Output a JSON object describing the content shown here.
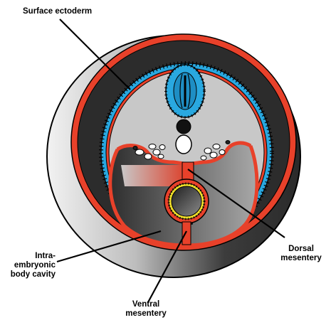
{
  "labels": {
    "surface_ectoderm": "Surface ectoderm",
    "intra_body_cavity": [
      "Intra-",
      "embryonic",
      "body cavity"
    ],
    "dorsal_mesentery": [
      "Dorsal",
      "mesentery"
    ],
    "ventral_mesentery": [
      "Ventral",
      "mesentery"
    ]
  },
  "colors": {
    "mesoderm_red": "#e8412a",
    "ectoderm_blue": "#29a8e0",
    "outer_dark": "#3a3a3a",
    "body_gray": "#c8c8c8",
    "endoderm_yellow": "#f2e12b"
  }
}
